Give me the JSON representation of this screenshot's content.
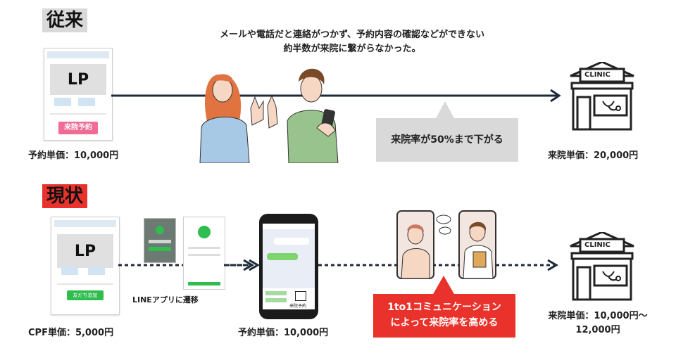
{
  "sections": {
    "old_label": "従来",
    "new_label": "現状"
  },
  "top_caption": {
    "line1": "メールや電話だと連絡がつかず、予約内容の確認などができない",
    "line2": "約半数が来院に繋がらなかった。"
  },
  "old_flow": {
    "lp_text": "LP",
    "lp_button": "来院予約",
    "lp_price": "予約単価：10,000円",
    "bubble": "来院率が50%まで下がる",
    "clinic_sign": "CLINIC",
    "clinic_price": "来院単価：20,000円"
  },
  "new_flow": {
    "lp_text": "LP",
    "lp_button": "友だち追加",
    "lp_price": "CPF単価：5,000円",
    "line_caption": "LINEアプリに遷移",
    "phone_button": "来院予約",
    "reserve_price": "予約単価：10,000円",
    "bubble_line1": "1to1コミュニケーション",
    "bubble_line2": "によって来院率を高める",
    "clinic_sign": "CLINIC",
    "clinic_price_line1": "来院単価：10,000円～",
    "clinic_price_line2": "12,000円"
  },
  "colors": {
    "accent_red": "#e8322b",
    "line_green": "#2ebd4e",
    "navy_line": "#1f2a3a",
    "grey_bubble": "#d9d9d9"
  }
}
